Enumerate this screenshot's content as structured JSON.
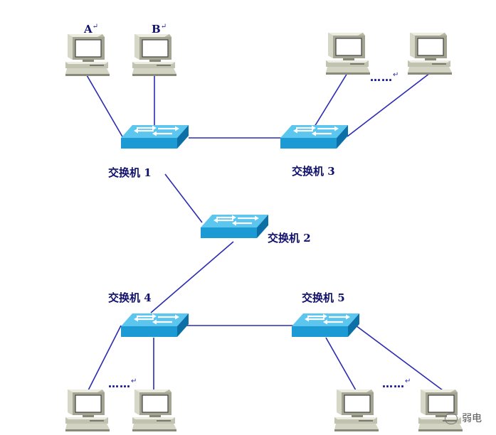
{
  "labels": {
    "pc_a": "A",
    "pc_b": "B",
    "switch1": "交换机 1",
    "switch2": "交换机 2",
    "switch3": "交换机 3",
    "switch4": "交换机 4",
    "switch5": "交换机 5",
    "ellipsis": "……",
    "return_mark": "↵"
  },
  "watermark": {
    "text": "弱电"
  },
  "colors": {
    "link": "#2b2bb3",
    "switch_top": "#56c3ee",
    "switch_front": "#1b9ad4",
    "switch_side": "#0c6fa6",
    "label": "#10106e"
  }
}
